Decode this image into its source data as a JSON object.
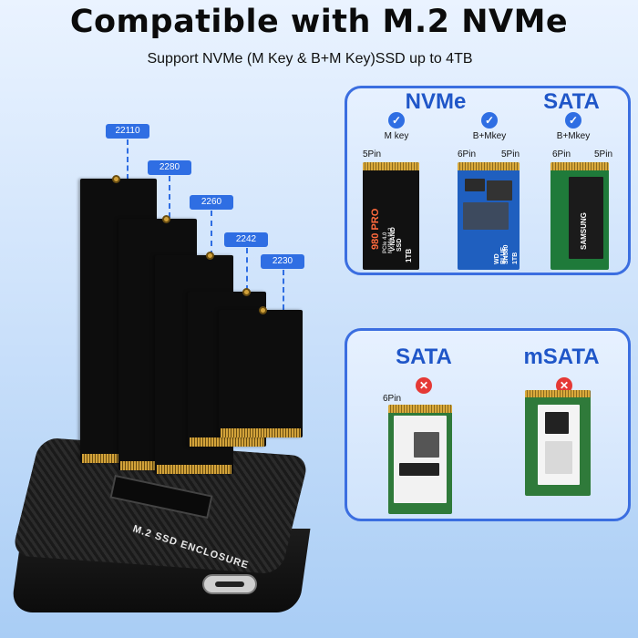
{
  "header": {
    "title": "Compatible with M.2 NVMe",
    "subtitle": "Support NVMe (M Key & B+M Key)SSD up to 4TB"
  },
  "sizes": [
    "22110",
    "2280",
    "2260",
    "2242",
    "2230"
  ],
  "supported_card": {
    "nvme_heading": "NVMe",
    "sata_heading": "SATA",
    "m_key_label": "M key",
    "bm_key_label": "B+Mkey",
    "sata_key_label": "B+Mkey",
    "ssd1": {
      "pins": "5Pin",
      "brand": "V-NAND SSD",
      "model": "980 PRO",
      "sub": "PCIe 4.0 NVMe M.2",
      "cap": "1TB"
    },
    "ssd2": {
      "pins_left": "6Pin",
      "pins_right": "5Pin",
      "brand": "WD BLUE",
      "model": "SN580",
      "cap": "1TB"
    },
    "ssd3": {
      "pins_left": "6Pin",
      "pins_right": "5Pin",
      "brand": "SAMSUNG"
    },
    "check_glyph": "✓"
  },
  "unsupported_card": {
    "sata_heading": "SATA",
    "msata_heading": "mSATA",
    "ssd4": {
      "pins": "6Pin"
    },
    "x_glyph": "✕"
  },
  "enclosure": {
    "label": "M.2 SSD ENCLOSURE"
  },
  "colors": {
    "accent_blue": "#2f6ee3",
    "heading_blue": "#1f56c8",
    "error_red": "#e53935"
  }
}
